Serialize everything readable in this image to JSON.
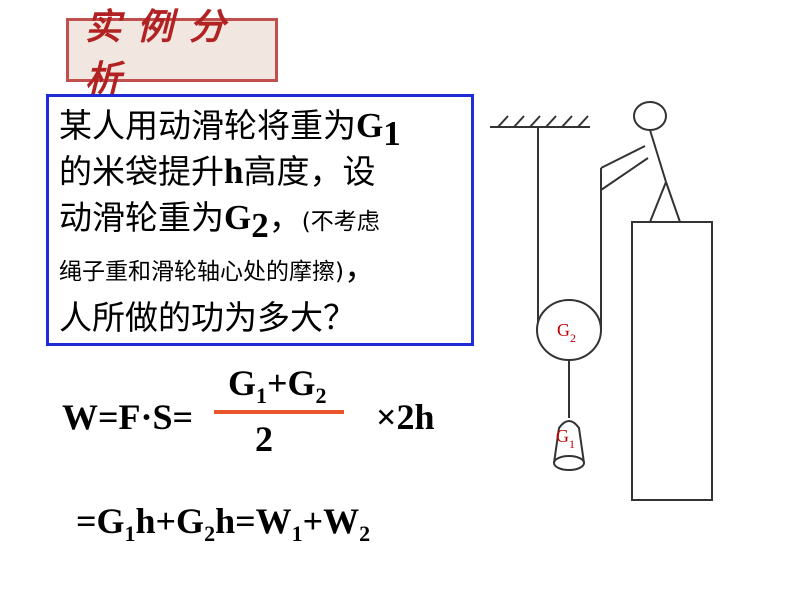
{
  "title": "实例分析",
  "problem": {
    "line1_text": "某人用动滑轮将重为",
    "line1_var": "G",
    "line1_sub": "1",
    "line2_pre": "的米袋提升",
    "line2_var": "h",
    "line2_post": "高度，设",
    "line3_pre": "动滑轮重为",
    "line3_var": "G",
    "line3_sub": "2",
    "line3_comma": "，",
    "line3_note": "(不考虑",
    "line4_note": "绳子重和滑轮轴心处的摩擦)",
    "line4_end": "，",
    "line5": "人所做的功为多大？"
  },
  "formula1": {
    "left": "W=F·S=",
    "num_a": "G",
    "num_a_sub": "1",
    "num_plus": "+G",
    "num_b_sub": "2",
    "den": "2",
    "right": "×2h"
  },
  "formula2": {
    "p1": "=G",
    "s1": "1",
    "p2": "h+G",
    "s2": "2",
    "p3": "h=W",
    "s3": "1",
    "p4": "+W",
    "s4": "2"
  },
  "diagram": {
    "pulley_label": "G",
    "pulley_sub": "2",
    "load_label": "G",
    "load_sub": "1",
    "label_color": "#c00000"
  }
}
